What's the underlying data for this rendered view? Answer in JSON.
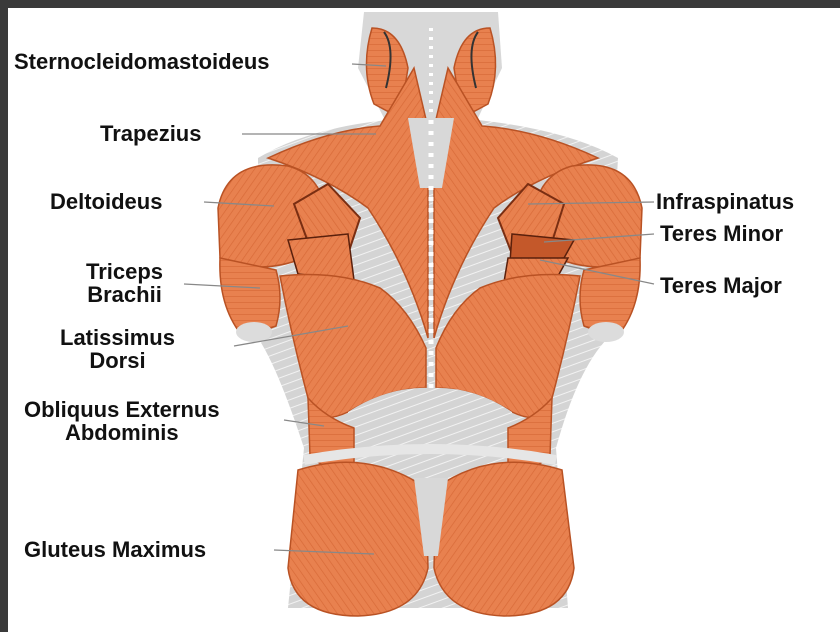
{
  "labels": {
    "sternocleidomastoideus": "Sternocleidomastoideus",
    "trapezius": "Trapezius",
    "deltoideus": "Deltoideus",
    "triceps_line1": "Triceps",
    "triceps_line2": "Brachii",
    "latissimus_line1": "Latissimus",
    "latissimus_line2": "Dorsi",
    "obliquus_line1": "Obliquus Externus",
    "obliquus_line2": "Abdominis",
    "gluteus": "Gluteus Maximus",
    "infraspinatus": "Infraspinatus",
    "teres_minor": "Teres Minor",
    "teres_major": "Teres Major"
  },
  "colors": {
    "muscle": "#e8814f",
    "muscle_dark": "#c4582a",
    "muscle_light": "#f4a777",
    "tendon": "#d6d6d6",
    "tendon_line": "#ffffff",
    "leader": "#888888",
    "text": "#111111",
    "frame": "#3a3a3a"
  }
}
